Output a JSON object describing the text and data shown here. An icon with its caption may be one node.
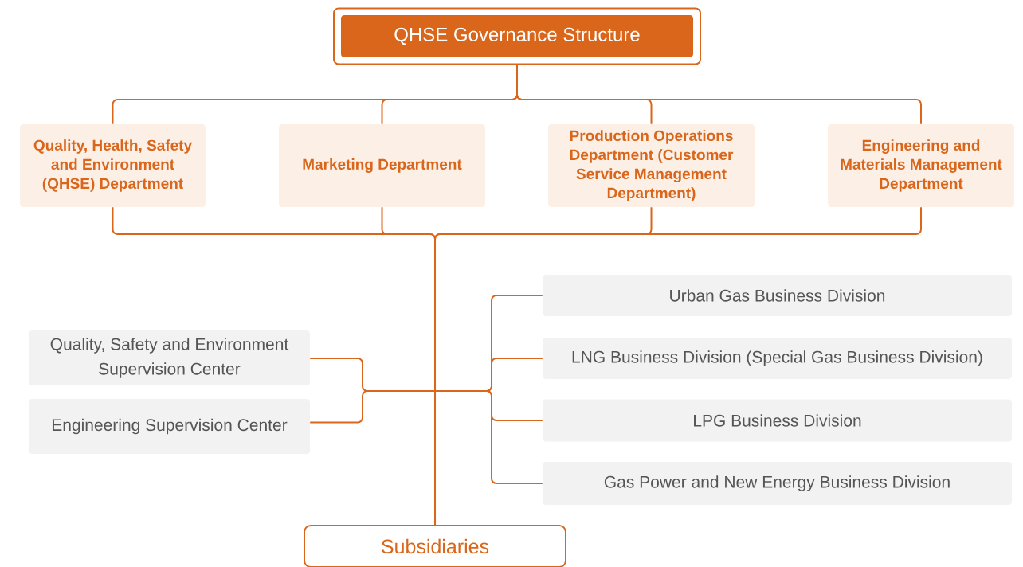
{
  "diagram": {
    "nodes": [
      {
        "text": [
          "QHSE Governance Structure"
        ]
      },
      {
        "text": [
          "Quality, Health, Safety and Environment (QHSE) Department"
        ]
      },
      {
        "text": [
          "Marketing Department"
        ]
      },
      {
        "text": [
          "Production Operations Department (Customer Service Management Department)"
        ]
      },
      {
        "text": [
          "Engineering and Materials Management Department"
        ]
      },
      {
        "text": [
          "Urban Gas Business Division"
        ]
      },
      {
        "text": [
          "Quality, Safety and Environment Supervision Center"
        ]
      },
      {
        "text": [
          "LNG Business Division (Special Gas Business Division)"
        ]
      },
      {
        "text": [
          "LPG Business Division"
        ]
      },
      {
        "text": [
          "Engineering Supervision Center"
        ]
      },
      {
        "text": [
          "Gas Power and New Energy Business Division"
        ]
      },
      {
        "text": [
          "Subsidiaries"
        ]
      }
    ],
    "edges": [
      {
        "from": 0,
        "to": 1,
        "arrow": "none"
      },
      {
        "from": 0,
        "to": 2,
        "arrow": "none"
      },
      {
        "from": 0,
        "to": 3,
        "arrow": "none"
      },
      {
        "from": 0,
        "to": 4,
        "arrow": "none"
      },
      {
        "from": 1,
        "to": 11,
        "arrow": "none"
      },
      {
        "from": 2,
        "to": 11,
        "arrow": "none"
      },
      {
        "from": 3,
        "to": 11,
        "arrow": "none"
      },
      {
        "from": 4,
        "to": 11,
        "arrow": "none"
      },
      {
        "from": null,
        "to": 5,
        "arrow": "none"
      },
      {
        "from": null,
        "to": 6,
        "arrow": "none"
      },
      {
        "from": null,
        "to": 7,
        "arrow": "none"
      },
      {
        "from": null,
        "to": 8,
        "arrow": "none"
      },
      {
        "from": null,
        "to": 9,
        "arrow": "none"
      },
      {
        "from": null,
        "to": 10,
        "arrow": "none"
      }
    ]
  }
}
